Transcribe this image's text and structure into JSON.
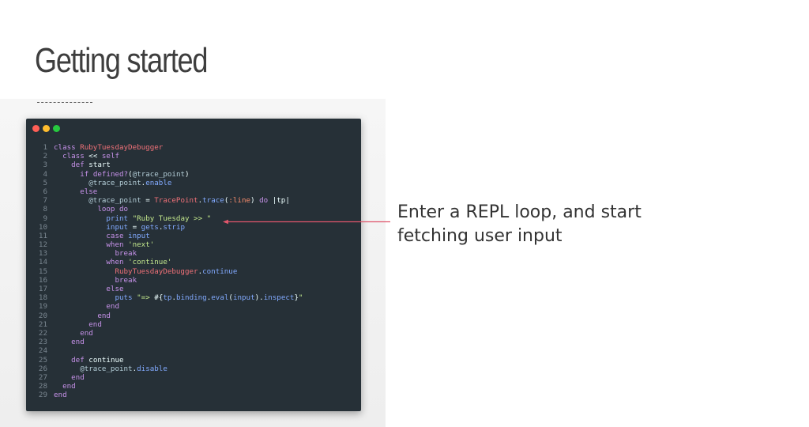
{
  "slide": {
    "title": "Getting started",
    "annotation": "Enter a REPL loop, and start fetching user input"
  },
  "window": {
    "controls": [
      "close",
      "minimize",
      "maximize"
    ]
  },
  "code_lines": [
    {
      "n": "1",
      "tokens": [
        [
          "kw",
          "class "
        ],
        [
          "cls",
          "RubyTuesdayDebugger"
        ]
      ]
    },
    {
      "n": "2",
      "tokens": [
        [
          "plain",
          "  "
        ],
        [
          "kw",
          "class"
        ],
        [
          "plain",
          " << "
        ],
        [
          "kw",
          "self"
        ]
      ]
    },
    {
      "n": "3",
      "tokens": [
        [
          "plain",
          "    "
        ],
        [
          "kw",
          "def "
        ],
        [
          "plain",
          "start"
        ]
      ]
    },
    {
      "n": "4",
      "tokens": [
        [
          "plain",
          "      "
        ],
        [
          "kw",
          "if "
        ],
        [
          "kw",
          "defined?"
        ],
        [
          "plain",
          "("
        ],
        [
          "iv",
          "@trace_point"
        ],
        [
          "plain",
          ")"
        ]
      ]
    },
    {
      "n": "5",
      "tokens": [
        [
          "plain",
          "        "
        ],
        [
          "iv",
          "@trace_point"
        ],
        [
          "plain",
          "."
        ],
        [
          "fn",
          "enable"
        ]
      ]
    },
    {
      "n": "6",
      "tokens": [
        [
          "plain",
          "      "
        ],
        [
          "kw",
          "else"
        ]
      ]
    },
    {
      "n": "7",
      "tokens": [
        [
          "plain",
          "        "
        ],
        [
          "iv",
          "@trace_point"
        ],
        [
          "plain",
          " = "
        ],
        [
          "cls",
          "TracePoint"
        ],
        [
          "plain",
          "."
        ],
        [
          "fn",
          "trace"
        ],
        [
          "plain",
          "("
        ],
        [
          "sym",
          ":line"
        ],
        [
          "plain",
          ") "
        ],
        [
          "kw",
          "do"
        ],
        [
          "plain",
          " |tp|"
        ]
      ]
    },
    {
      "n": "8",
      "tokens": [
        [
          "plain",
          "          "
        ],
        [
          "kw",
          "loop do"
        ]
      ]
    },
    {
      "n": "9",
      "tokens": [
        [
          "plain",
          "            "
        ],
        [
          "fn",
          "print"
        ],
        [
          "plain",
          " "
        ],
        [
          "str",
          "\"Ruby Tuesday >> \""
        ]
      ]
    },
    {
      "n": "10",
      "tokens": [
        [
          "plain",
          "            "
        ],
        [
          "fn",
          "input"
        ],
        [
          "plain",
          " = "
        ],
        [
          "fn",
          "gets"
        ],
        [
          "plain",
          "."
        ],
        [
          "fn",
          "strip"
        ]
      ]
    },
    {
      "n": "11",
      "tokens": [
        [
          "plain",
          "            "
        ],
        [
          "kw",
          "case"
        ],
        [
          "plain",
          " "
        ],
        [
          "fn",
          "input"
        ]
      ]
    },
    {
      "n": "12",
      "tokens": [
        [
          "plain",
          "            "
        ],
        [
          "kw",
          "when"
        ],
        [
          "plain",
          " "
        ],
        [
          "str",
          "'next'"
        ]
      ]
    },
    {
      "n": "13",
      "tokens": [
        [
          "plain",
          "              "
        ],
        [
          "kw",
          "break"
        ]
      ]
    },
    {
      "n": "14",
      "tokens": [
        [
          "plain",
          "            "
        ],
        [
          "kw",
          "when"
        ],
        [
          "plain",
          " "
        ],
        [
          "str",
          "'continue'"
        ]
      ]
    },
    {
      "n": "15",
      "tokens": [
        [
          "plain",
          "              "
        ],
        [
          "cls",
          "RubyTuesdayDebugger"
        ],
        [
          "plain",
          "."
        ],
        [
          "fn",
          "continue"
        ]
      ]
    },
    {
      "n": "16",
      "tokens": [
        [
          "plain",
          "              "
        ],
        [
          "kw",
          "break"
        ]
      ]
    },
    {
      "n": "17",
      "tokens": [
        [
          "plain",
          "            "
        ],
        [
          "kw",
          "else"
        ]
      ]
    },
    {
      "n": "18",
      "tokens": [
        [
          "plain",
          "              "
        ],
        [
          "fn",
          "puts"
        ],
        [
          "plain",
          " "
        ],
        [
          "str",
          "\"=> "
        ],
        [
          "plain",
          "#{"
        ],
        [
          "fn",
          "tp"
        ],
        [
          "plain",
          "."
        ],
        [
          "fn",
          "binding"
        ],
        [
          "plain",
          "."
        ],
        [
          "fn",
          "eval"
        ],
        [
          "plain",
          "("
        ],
        [
          "fn",
          "input"
        ],
        [
          "plain",
          ")."
        ],
        [
          "fn",
          "inspect"
        ],
        [
          "plain",
          "}"
        ],
        [
          "str",
          "\""
        ]
      ]
    },
    {
      "n": "19",
      "tokens": [
        [
          "plain",
          "            "
        ],
        [
          "kw",
          "end"
        ]
      ]
    },
    {
      "n": "20",
      "tokens": [
        [
          "plain",
          "          "
        ],
        [
          "kw",
          "end"
        ]
      ]
    },
    {
      "n": "21",
      "tokens": [
        [
          "plain",
          "        "
        ],
        [
          "kw",
          "end"
        ]
      ]
    },
    {
      "n": "22",
      "tokens": [
        [
          "plain",
          "      "
        ],
        [
          "kw",
          "end"
        ]
      ]
    },
    {
      "n": "23",
      "tokens": [
        [
          "plain",
          "    "
        ],
        [
          "kw",
          "end"
        ]
      ]
    },
    {
      "n": "24",
      "tokens": []
    },
    {
      "n": "25",
      "tokens": [
        [
          "plain",
          "    "
        ],
        [
          "kw",
          "def "
        ],
        [
          "plain",
          "continue"
        ]
      ]
    },
    {
      "n": "26",
      "tokens": [
        [
          "plain",
          "      "
        ],
        [
          "iv",
          "@trace_point"
        ],
        [
          "plain",
          "."
        ],
        [
          "fn",
          "disable"
        ]
      ]
    },
    {
      "n": "27",
      "tokens": [
        [
          "plain",
          "    "
        ],
        [
          "kw",
          "end"
        ]
      ]
    },
    {
      "n": "28",
      "tokens": [
        [
          "plain",
          "  "
        ],
        [
          "kw",
          "end"
        ]
      ]
    },
    {
      "n": "29",
      "tokens": [
        [
          "kw",
          "end"
        ]
      ]
    }
  ],
  "colors": {
    "background": "#ffffff",
    "editor_bg": "#263037",
    "arrow": "#e0566b"
  }
}
